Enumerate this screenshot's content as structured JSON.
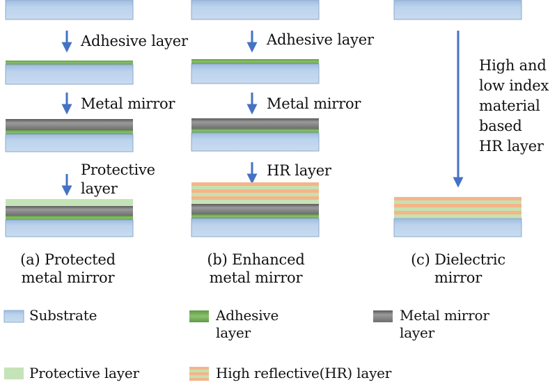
{
  "columns": [
    {
      "id": "a",
      "steps": [
        "Adhesive layer",
        "Metal mirror",
        "Protective\nlayer"
      ],
      "caption": [
        "(a) Protected",
        "metal mirror"
      ]
    },
    {
      "id": "b",
      "steps": [
        "Adhesive layer",
        "Metal mirror",
        "HR layer"
      ],
      "caption": [
        "(b) Enhanced",
        "metal mirror"
      ]
    },
    {
      "id": "c",
      "steps": [
        "High and\nlow index\nmaterial\nbased\nHR layer"
      ],
      "caption": [
        "(c) Dielectric",
        "mirror"
      ]
    }
  ],
  "legend": [
    {
      "key": "substrate",
      "label": [
        "Substrate"
      ]
    },
    {
      "key": "adhesive",
      "label": [
        "Adhesive",
        "layer"
      ]
    },
    {
      "key": "metal",
      "label": [
        "Metal mirror",
        "layer"
      ]
    },
    {
      "key": "protective",
      "label": [
        "Protective layer"
      ]
    },
    {
      "key": "hr",
      "label": [
        "High reflective(HR) layer"
      ]
    }
  ],
  "colors": {
    "substrate": "#bcd3ec",
    "substrate_edge": "#8aa9cc",
    "adhesive": "#79ad5c",
    "metal": "#7f7f7f",
    "protective": "#c5e3b8",
    "hr_orange": "#f5b48a",
    "hr_green": "#c6e1b0",
    "arrow": "#4472c4"
  }
}
